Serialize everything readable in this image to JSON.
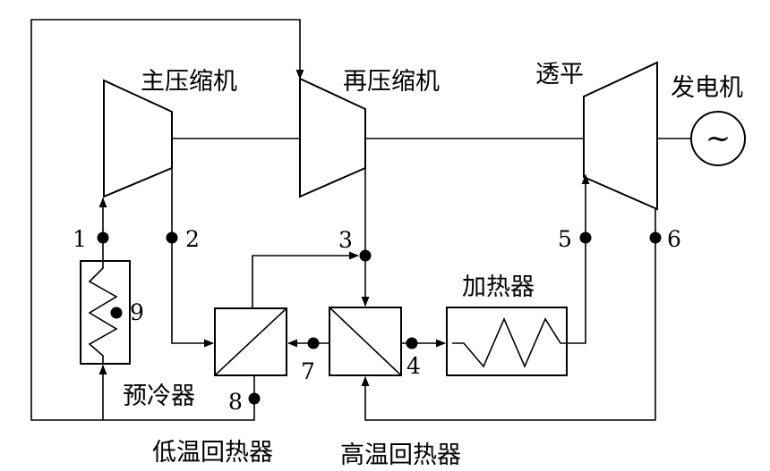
{
  "components": {
    "main_compressor": "主压缩机",
    "recompressor": "再压缩机",
    "turbine": "透平",
    "generator": "发电机",
    "heater": "加热器",
    "precooler": "预冷器",
    "ltr": "低温回热器",
    "htr": "高温回热器"
  },
  "generator_symbol": "~",
  "state_points": [
    "1",
    "2",
    "3",
    "4",
    "5",
    "6",
    "7",
    "8",
    "9"
  ]
}
